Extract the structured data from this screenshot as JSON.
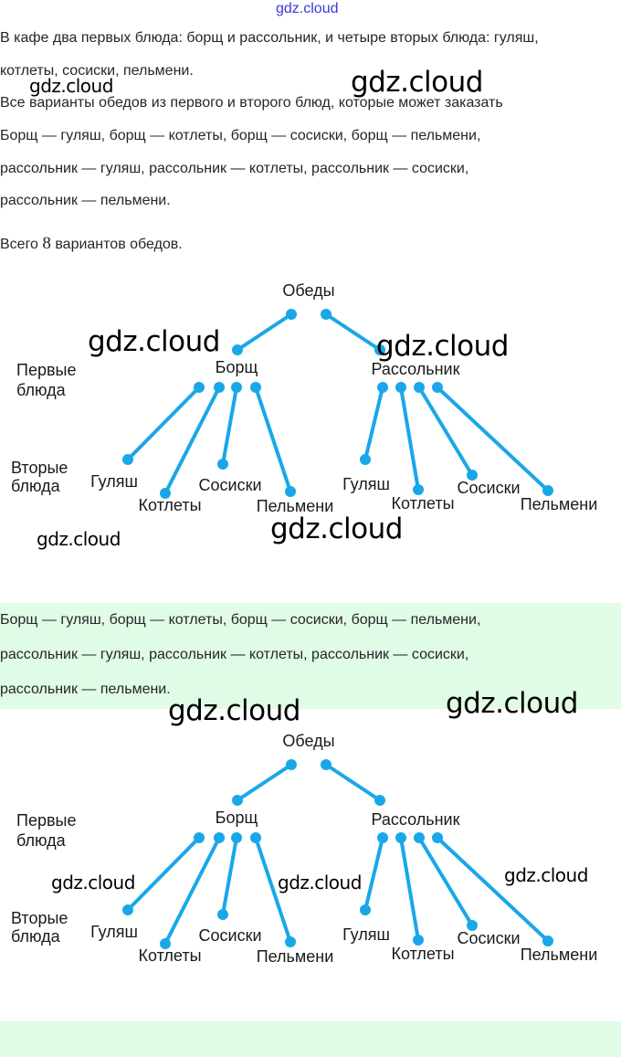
{
  "watermark_top": "gdz.cloud",
  "watermark": "gdz.cloud",
  "text": {
    "line1": "В кафе два первых блюда: борщ и рассольник, и четыре вторых блюда: гуляш,",
    "line2": "котлеты, сосиски, пельмени.",
    "line3": "Все варианты обедов из первого и второго блюд, которые может заказать",
    "line4": "Борщ — гуляш, борщ — котлеты, борщ — сосиски, борщ — пельмени,",
    "line5": "рассольник — гуляш, рассольник — котлеты, рассольник — сосиски,",
    "line6": "рассольник — пельмени.",
    "total_prefix": "Всего ",
    "total_number": "8",
    "total_suffix": " вариантов обедов."
  },
  "answer": {
    "line1": "Борщ — гуляш, борщ — котлеты, борщ — сосиски, борщ — пельмени,",
    "line2": "рассольник — гуляш, рассольник — котлеты, рассольник — сосиски,",
    "line3": "рассольник — пельмени."
  },
  "tree": {
    "root": "Обеды",
    "level1_label": [
      "Первые",
      "блюда"
    ],
    "level2_label": [
      "Вторые",
      "блюда"
    ],
    "first": [
      "Борщ",
      "Рассольник"
    ],
    "second": [
      "Гуляш",
      "Котлеты",
      "Сосиски",
      "Пельмени"
    ],
    "line_color": "#1aa7e8"
  }
}
